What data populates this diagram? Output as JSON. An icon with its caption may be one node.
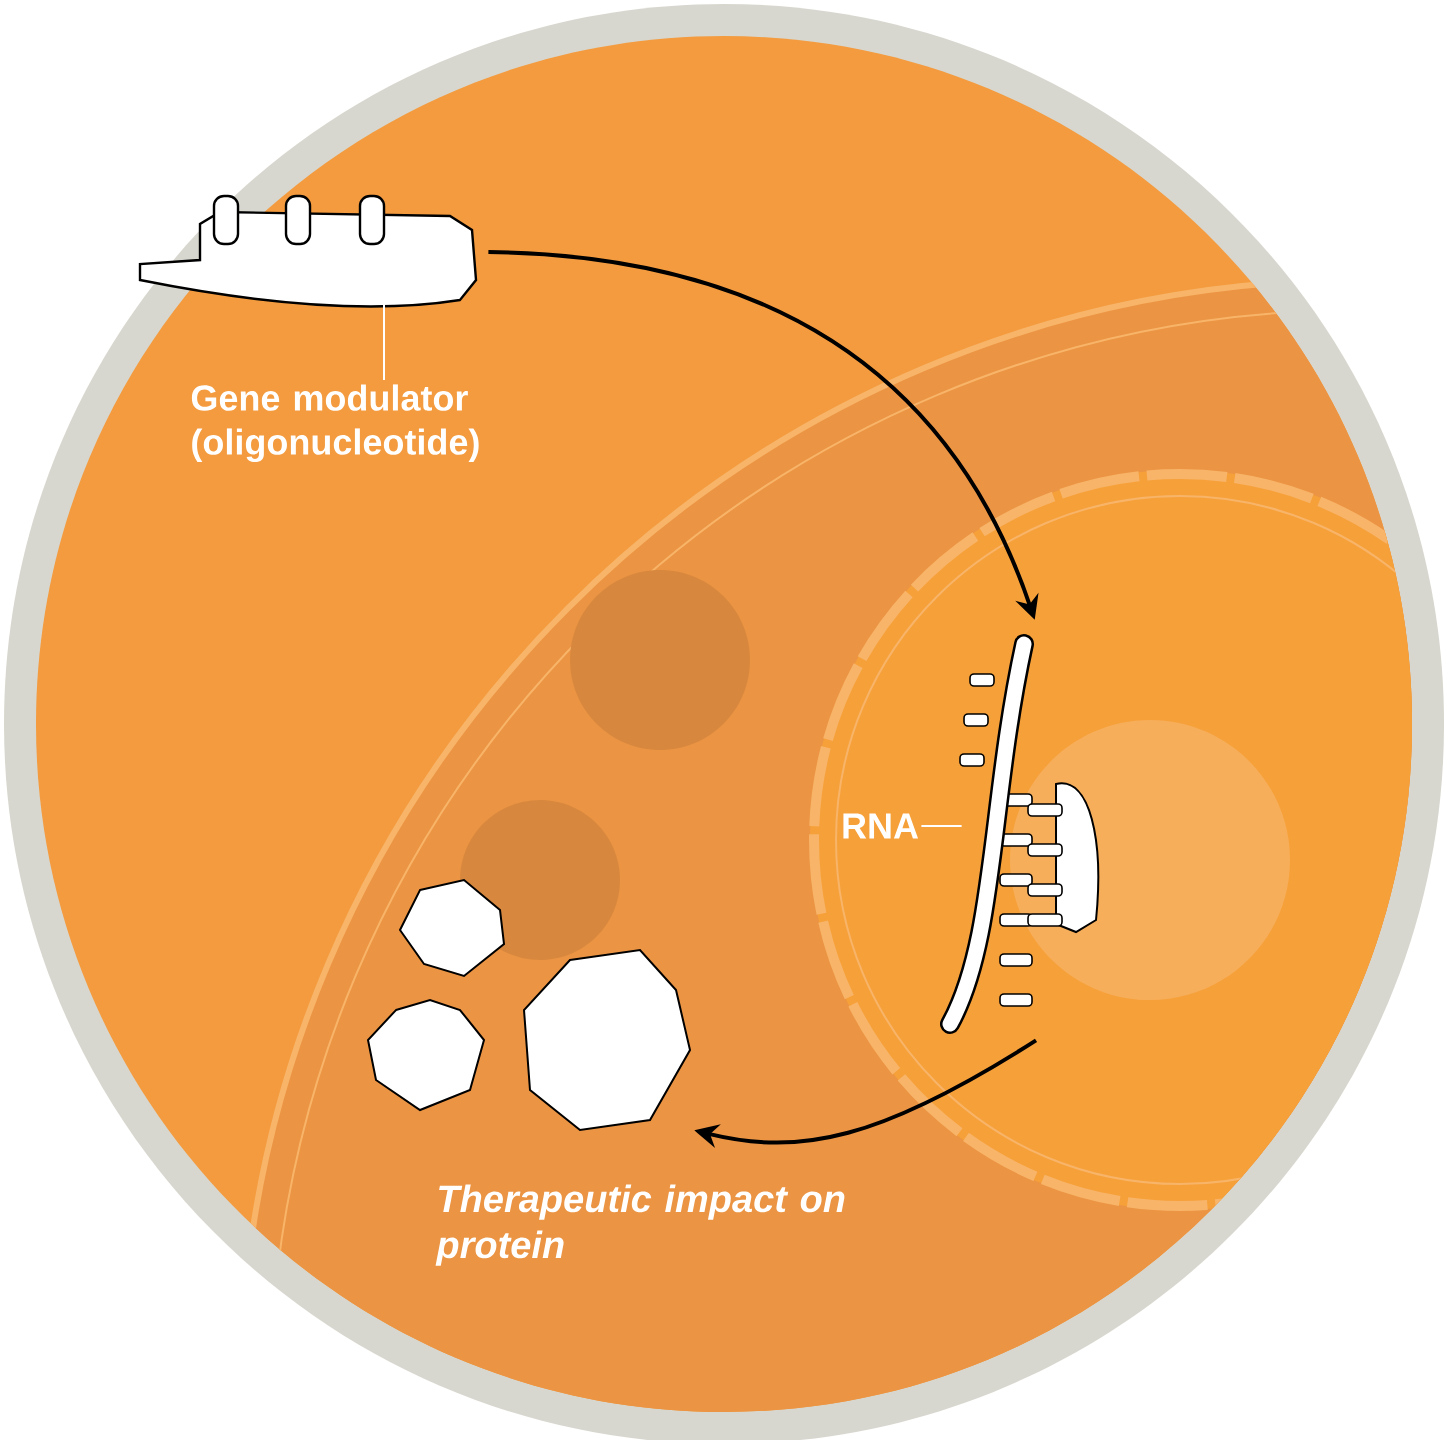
{
  "diagram": {
    "nodes": [
      {
        "text": [],
        "shape": "picture"
      },
      {
        "text": [
          "Gene modulator (oligonucleotide)"
        ]
      },
      {
        "text": [
          "RNA"
        ]
      },
      {
        "text": [],
        "shape": "picture"
      },
      {
        "text": [],
        "shape": "picture"
      }
    ],
    "edges": [
      {
        "from": 0,
        "to": 1,
        "arrow": "none",
        "color": "#ffffff"
      },
      {
        "from": 0,
        "to": 3,
        "arrow": "to",
        "color": "#000000"
      },
      {
        "from": 2,
        "to": 3,
        "arrow": "none",
        "color": "#ffffff"
      },
      {
        "from": 3,
        "to": 4,
        "arrow": "to",
        "color": "#000000"
      }
    ],
    "labels": [
      "Therapeutic impact on protein"
    ]
  }
}
